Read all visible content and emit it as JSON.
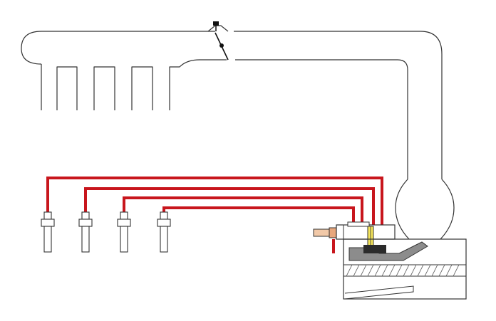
{
  "diagram": {
    "background": "#ffffff",
    "outline_color": "#333333",
    "fuel_line_color": "#c8161d",
    "fuel_line_count": 4,
    "injector_count": 4,
    "components": [
      "intake-manifold",
      "manifold-runners",
      "throttle-plate",
      "air-intake-duct",
      "air-flow-meter",
      "fuel-distributor",
      "fuel-injectors",
      "fuel-lines"
    ]
  }
}
